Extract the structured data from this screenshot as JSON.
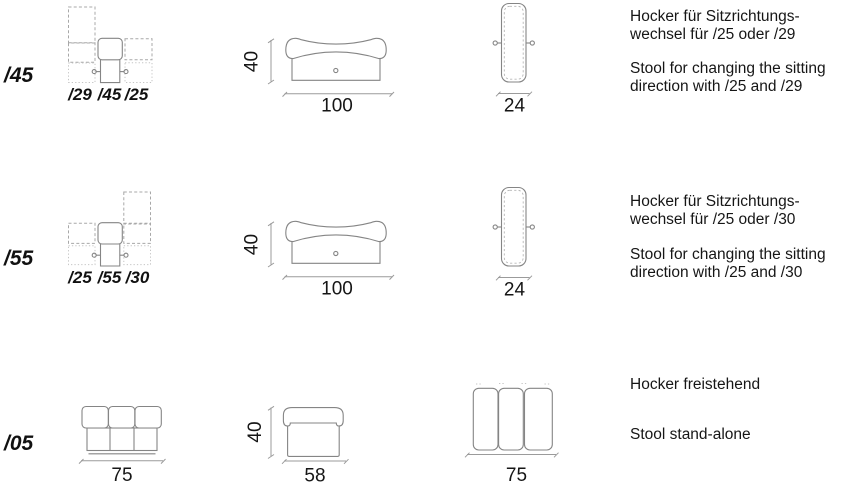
{
  "page": {
    "background": "#ffffff",
    "line_color": "#8b8b8b",
    "text_color": "#161616"
  },
  "rows": [
    {
      "row_label": "/45",
      "plan": {
        "labels": [
          "/29",
          "/45",
          "/25"
        ]
      },
      "front": {
        "height_label": "40",
        "width_label": "100"
      },
      "top": {
        "depth_label": "24"
      },
      "caption_de": [
        "Hocker für Sitzrichtungs-",
        "wechsel für /25 oder /29"
      ],
      "caption_en": [
        "Stool for changing the sitting",
        "direction with /25 and /29"
      ]
    },
    {
      "row_label": "/55",
      "plan": {
        "labels": [
          "/25",
          "/55",
          "/30"
        ]
      },
      "front": {
        "height_label": "40",
        "width_label": "100"
      },
      "top": {
        "depth_label": "24"
      },
      "caption_de": [
        "Hocker für Sitzrichtungs-",
        "wechsel für /25 oder /30"
      ],
      "caption_en": [
        "Stool for changing the sitting",
        "direction with /25 and /30"
      ]
    },
    {
      "row_label": "/05",
      "front": {
        "width_label": "75"
      },
      "side": {
        "height_label": "40",
        "width_label": "58"
      },
      "top": {
        "width_label": "75"
      },
      "caption_de": [
        "Hocker freistehend"
      ],
      "caption_en": [
        "Stool stand-alone"
      ]
    }
  ]
}
